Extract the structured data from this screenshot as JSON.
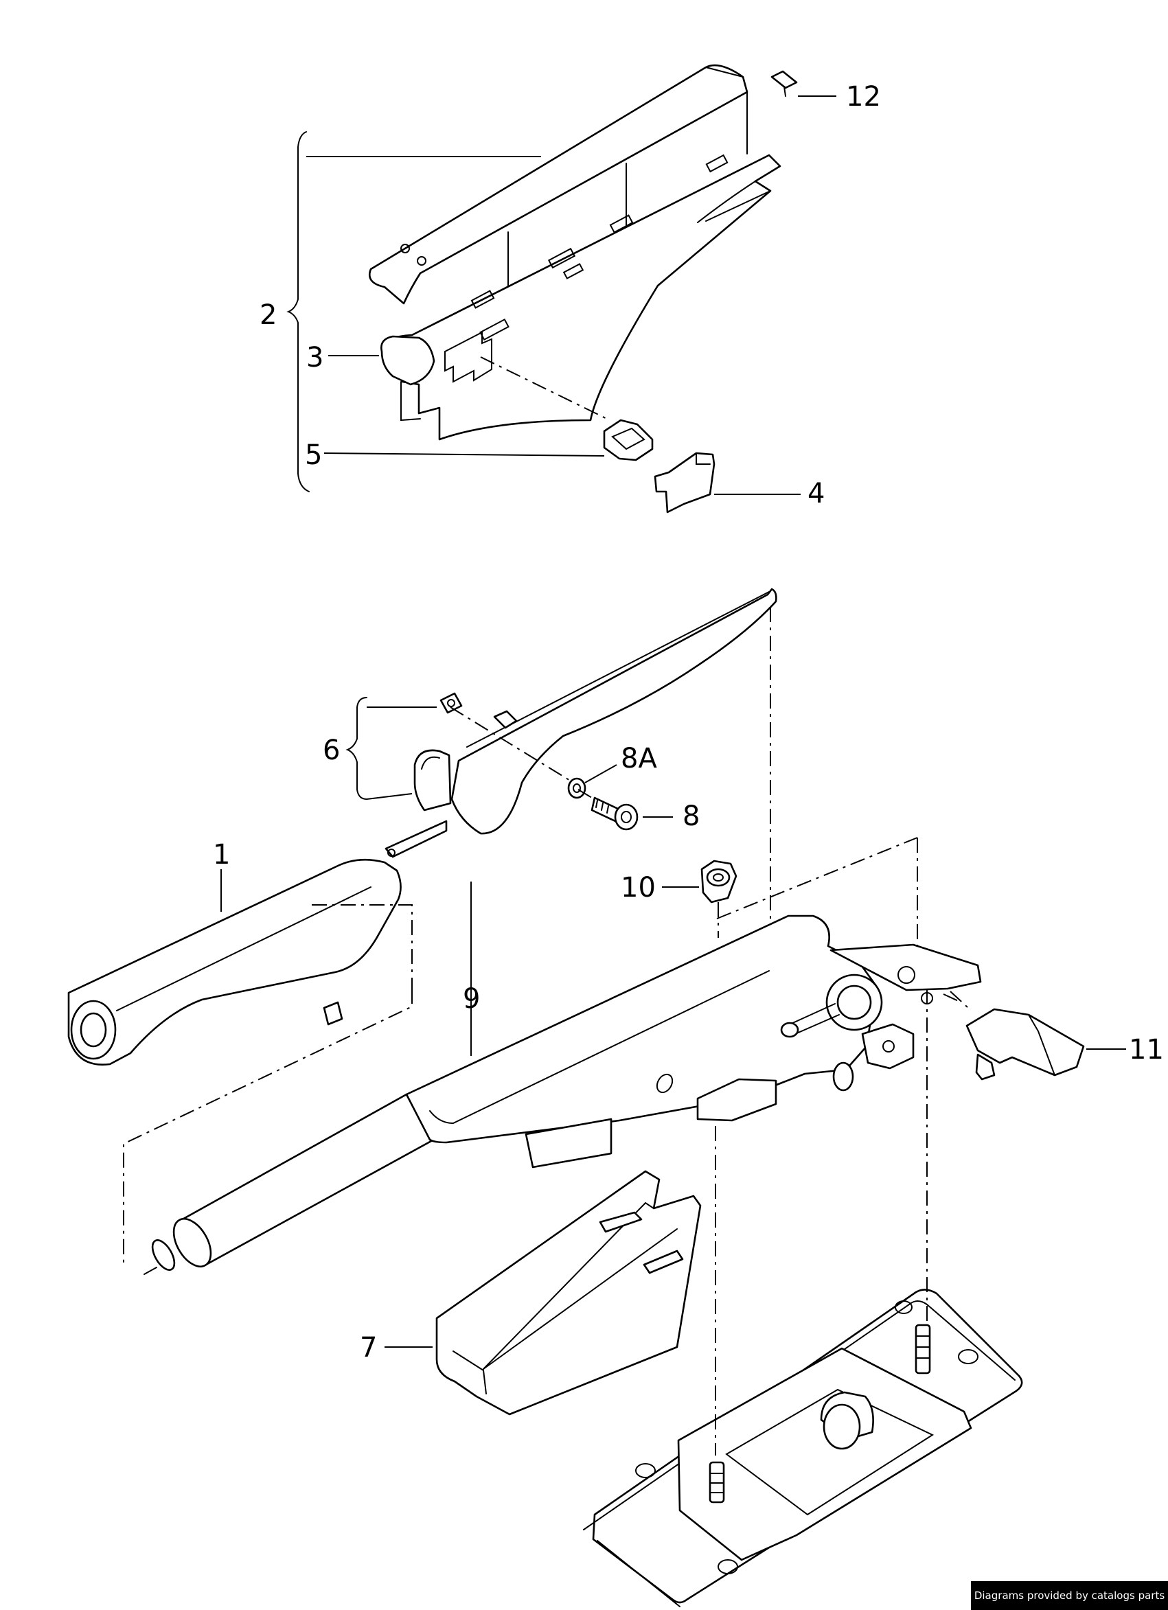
{
  "callouts": [
    {
      "id": "1",
      "text": "1"
    },
    {
      "id": "2",
      "text": "2"
    },
    {
      "id": "3",
      "text": "3"
    },
    {
      "id": "4",
      "text": "4"
    },
    {
      "id": "5",
      "text": "5"
    },
    {
      "id": "6",
      "text": "6"
    },
    {
      "id": "7",
      "text": "7"
    },
    {
      "id": "8",
      "text": "8"
    },
    {
      "id": "8a",
      "text": "8A"
    },
    {
      "id": "9",
      "text": "9"
    },
    {
      "id": "10",
      "text": "10"
    },
    {
      "id": "11",
      "text": "11"
    },
    {
      "id": "12",
      "text": "12"
    }
  ],
  "footer": {
    "credit": "Diagrams provided by catalogs parts"
  },
  "colors": {
    "line": "#000000",
    "background": "#ffffff",
    "badge": "#000000"
  }
}
